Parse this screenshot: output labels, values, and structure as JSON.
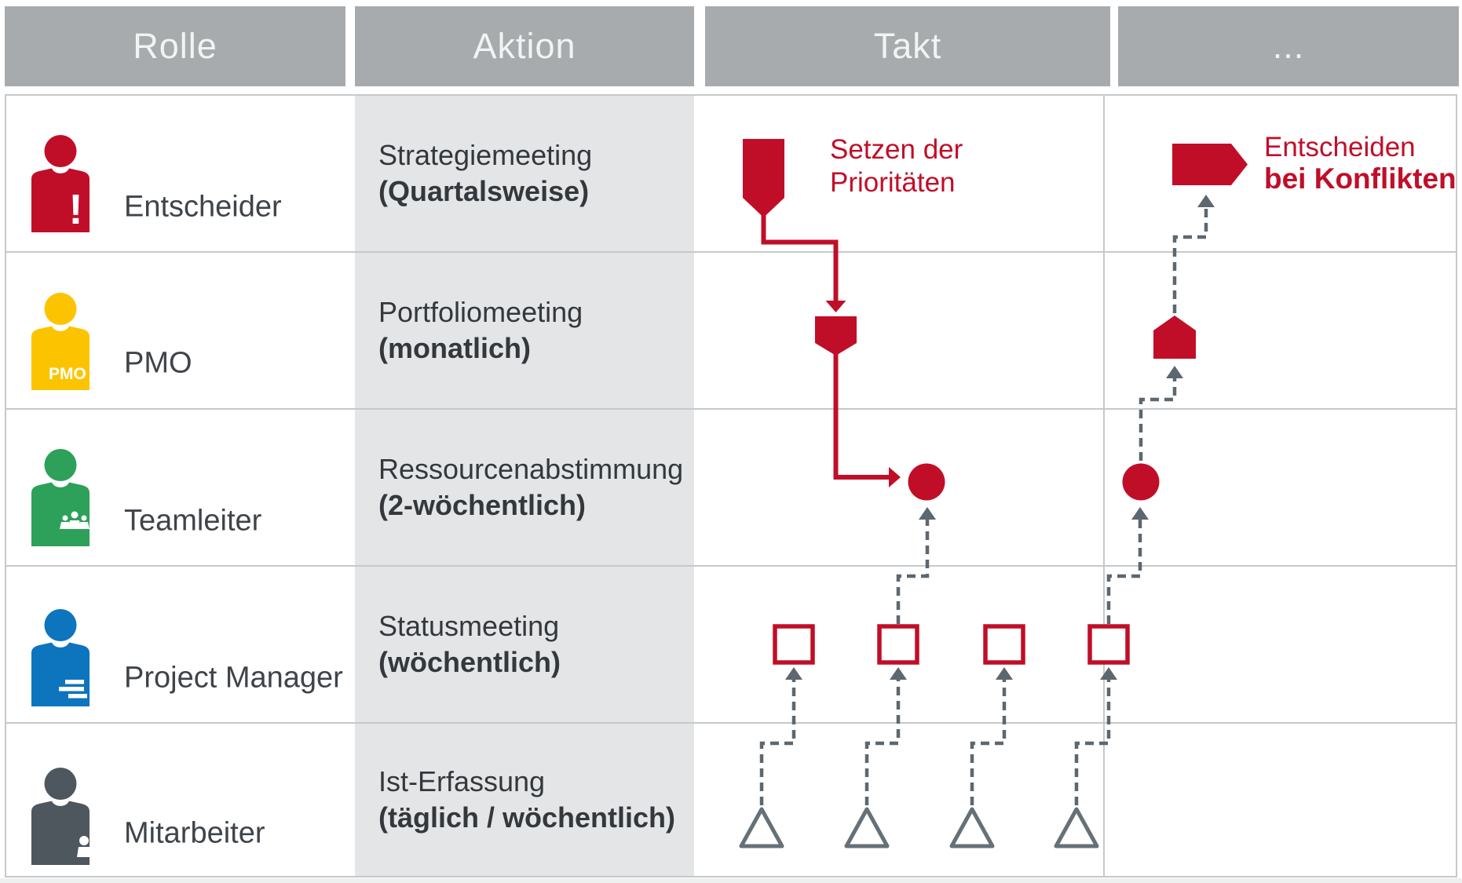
{
  "header": {
    "columns": [
      {
        "label": "Rolle"
      },
      {
        "label": "Aktion"
      },
      {
        "label": "Takt"
      },
      {
        "label": "..."
      }
    ]
  },
  "rows": [
    {
      "role": "Entscheider",
      "badge": "!",
      "color": "#c10e28",
      "action_line1": "Strategiemeeting",
      "action_line2": "(Quartalsweise)"
    },
    {
      "role": "PMO",
      "badge": "PMO",
      "color": "#fcc400",
      "action_line1": "Portfoliomeeting",
      "action_line2": "(monatlich)"
    },
    {
      "role": "Teamleiter",
      "badge": "",
      "color": "#2da05a",
      "action_line1": "Ressourcenabstimmung",
      "action_line2": "(2-wöchentlich)"
    },
    {
      "role": "Project Manager",
      "badge": "",
      "color": "#0d74be",
      "action_line1": "Statusmeeting",
      "action_line2": "(wöchentlich)"
    },
    {
      "role": "Mitarbeiter",
      "badge": "",
      "color": "#4e565e",
      "action_line1": "Ist-Erfassung",
      "action_line2": "(täglich / wöchentlich)"
    }
  ],
  "takt_annotation": {
    "line1": "Setzen der",
    "line2": "Prioritäten"
  },
  "conflict_annotation": {
    "line1": "Entscheiden",
    "line2": "bei Konflikten"
  },
  "colors": {
    "red": "#c10e28",
    "header_gray": "#a8abad",
    "action_column_fill": "#e4e5e6",
    "grid_line": "#c6c9cb",
    "dash_gray": "#5d6770",
    "text": "#3f444a"
  }
}
